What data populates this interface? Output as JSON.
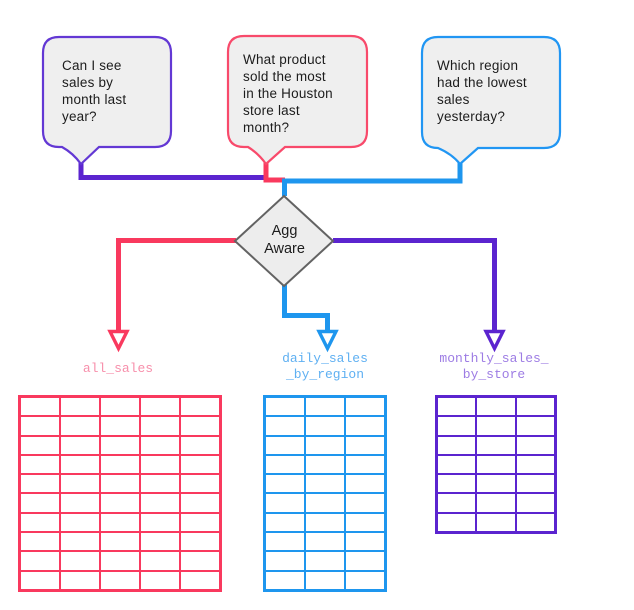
{
  "colors": {
    "background": "#ffffff",
    "text": "#1c1c1c",
    "purple": "#5b24cf",
    "pink": "#f9395e",
    "blue": "#1e96ee",
    "bubble-purple": "#6338d4",
    "bubble-pink": "#f84a6b",
    "bubble-blue": "#2196f3",
    "bubble-fill": "#efefef",
    "diamond-fill": "#ededed",
    "diamond-border": "#636363",
    "pink-label": "#f78fab",
    "blue-label": "#5fb0f2",
    "purple-label": "#9d7ce4"
  },
  "questions": [
    {
      "text": "Can I see\nsales by\nmonth last\nyear?"
    },
    {
      "text": "What product\nsold the most\nin the Houston\nstore last\nmonth?"
    },
    {
      "text": "Which region\nhad the lowest\nsales\nyesterday?"
    }
  ],
  "decision": {
    "label": "Agg\nAware"
  },
  "tables": [
    {
      "name": "all_sales",
      "columns": 5,
      "rows": 10,
      "color": "pink",
      "label_color": "pink-label"
    },
    {
      "name": "daily_sales\n_by_region",
      "columns": 3,
      "rows": 10,
      "color": "blue",
      "label_color": "blue-label"
    },
    {
      "name": "monthly_sales_\nby_store",
      "columns": 3,
      "rows": 7,
      "color": "purple",
      "label_color": "purple-label"
    }
  ]
}
